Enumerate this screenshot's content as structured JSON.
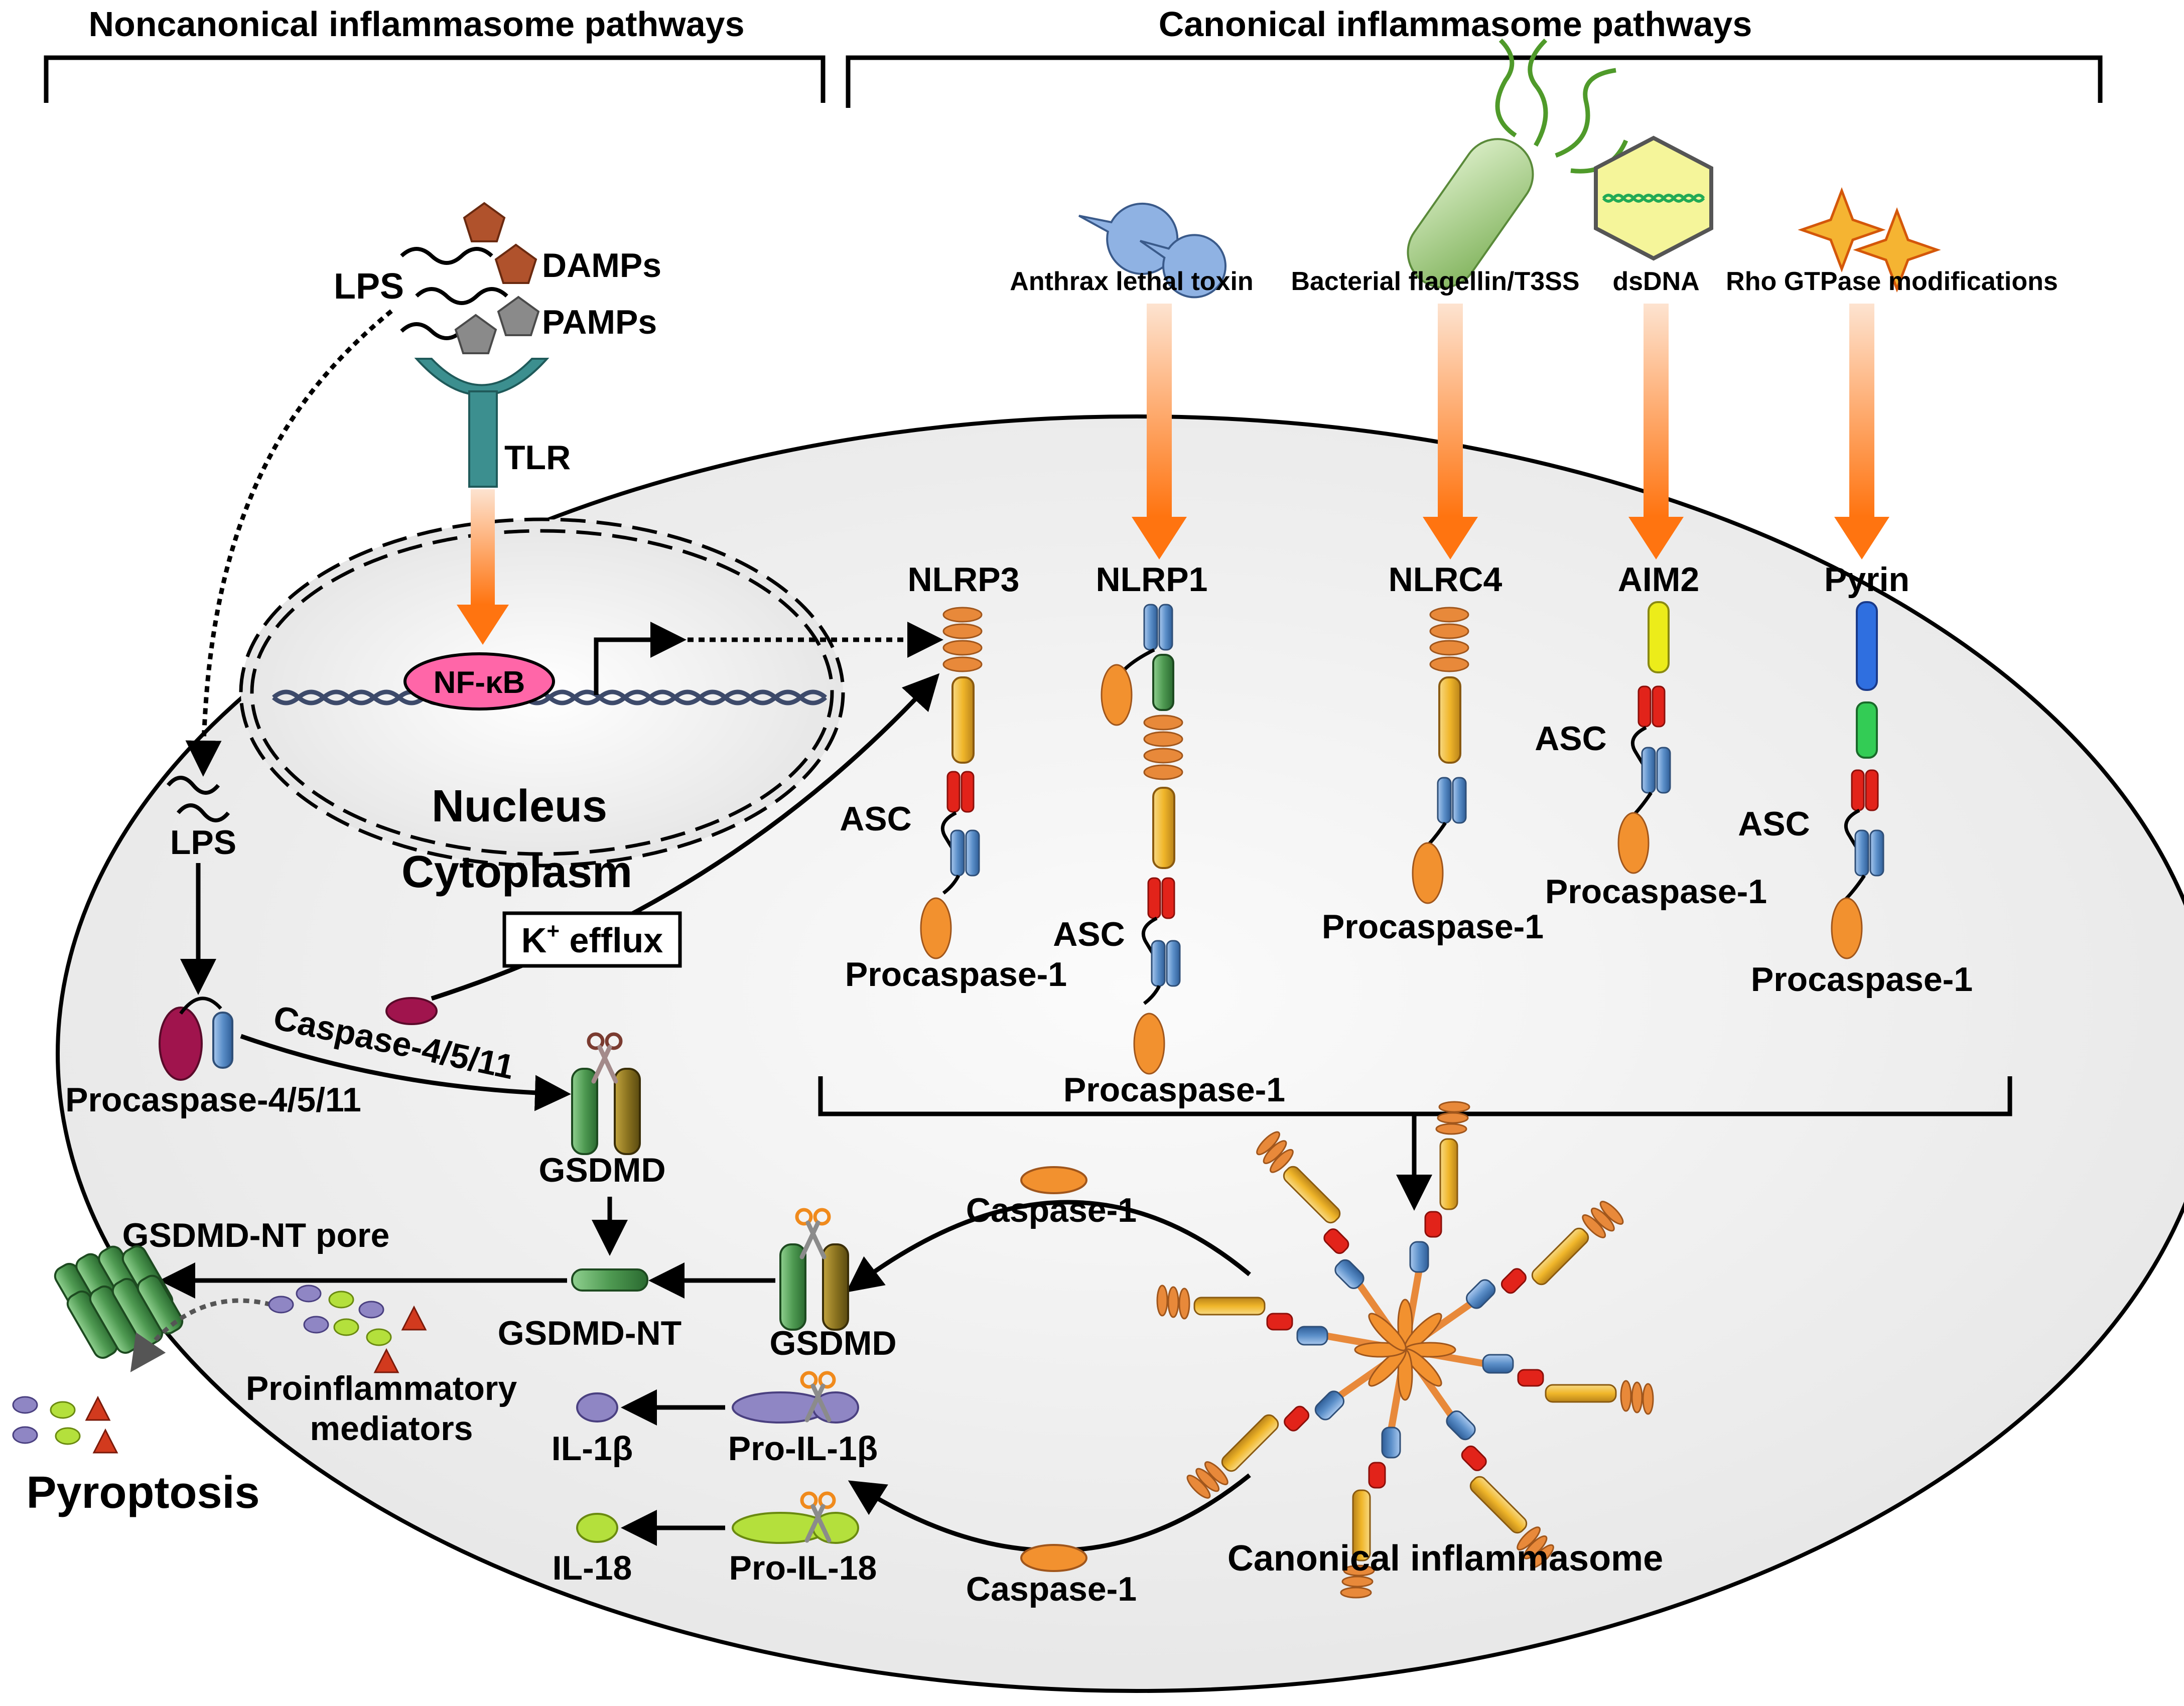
{
  "headers": {
    "noncanonical": "Noncanonical inflammasome pathways",
    "canonical": "Canonical inflammasome pathways"
  },
  "stimuli": {
    "lps": "LPS",
    "damps": "DAMPs",
    "pamps": "PAMPs",
    "tlr": "TLR",
    "anthrax": "Anthrax lethal toxin",
    "flagellin": "Bacterial flagellin/T3SS",
    "dsdna": "dsDNA",
    "rho": "Rho GTPase modifications"
  },
  "compartments": {
    "nucleus": "Nucleus",
    "cytoplasm": "Cytoplasm",
    "nfkb": "NF-κB"
  },
  "noncanonical": {
    "lps_inside": "LPS",
    "procaspase_4511": "Procaspase-4/5/11",
    "caspase_4511": "Caspase-4/5/11",
    "k_efflux_k": "K",
    "k_efflux_sup": "+",
    "k_efflux_rest": " efflux",
    "gsdmd_top": "GSDMD",
    "gsdmd_nt": "GSDMD-NT",
    "gsdmd_nt_pore": "GSDMD-NT pore",
    "proinflammatory_1": "Proinflammatory",
    "proinflammatory_2": "mediators",
    "pyroptosis": "Pyroptosis"
  },
  "sensors": {
    "nlrp3": "NLRP3",
    "nlrp1": "NLRP1",
    "nlrc4": "NLRC4",
    "aim2": "AIM2",
    "pyrin": "Pyrin",
    "asc": "ASC",
    "procaspase1": "Procaspase-1"
  },
  "canonical": {
    "caspase1": "Caspase-1",
    "gsdmd": "GSDMD",
    "pro_il1b": "Pro-IL-1β",
    "il1b": "IL-1β",
    "pro_il18": "Pro-IL-18",
    "il18": "IL-18",
    "inflammasome": "Canonical inflammasome"
  },
  "colors": {
    "cell_fill": "#f1f1f1",
    "pyd_orange": "#e8893a",
    "nacht_yellow": "#f0b62a",
    "card_red": "#e2231a",
    "card_blue": "#5b8fc9",
    "caspase_orange": "#f2912f",
    "caspase_magenta": "#a0144d",
    "gsdmd_green": "#4f9a52",
    "gsdmd_olive": "#8c7420",
    "il1b_purple": "#8f86c4",
    "il18_green": "#b4e03c",
    "arrow_orange": "#ff7a1a",
    "tlr_teal": "#3c8f8f",
    "nfkb_pink": "#ff66a8",
    "danger_brown": "#b0522c",
    "pamp_gray": "#8a8a8a",
    "aim2_yellow": "#ecec1a",
    "pyrin_blue": "#2f6fe0",
    "pyrin_green": "#33cc55"
  }
}
